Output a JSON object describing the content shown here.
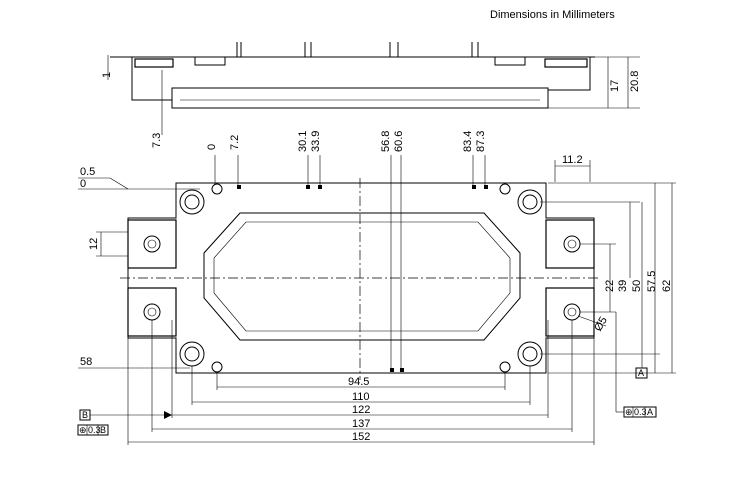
{
  "header": {
    "title": "Dimensions in Millimeters"
  },
  "side_view": {
    "dims": {
      "height_total": "20.8",
      "height_body": "17",
      "flange": "1",
      "depth": "7.3"
    }
  },
  "top_ordinates": [
    "0",
    "7.2",
    "30.1",
    "33.9",
    "56.8",
    "60.6",
    "83.4",
    "87.3"
  ],
  "left_ordinates": [
    "0.5",
    "0"
  ],
  "hole_spacing": "11.2",
  "left_pitch": "12",
  "right_dims": [
    "22",
    "39",
    "50",
    "57.5",
    "62"
  ],
  "bottom_dims": [
    "94.5",
    "110",
    "122",
    "137",
    "152"
  ],
  "label_58": "58",
  "hole_dia": "Ø5",
  "datums": {
    "a": "A",
    "b": "B"
  },
  "tolerance": {
    "position_symbol": "⊕",
    "value": "0.3"
  }
}
